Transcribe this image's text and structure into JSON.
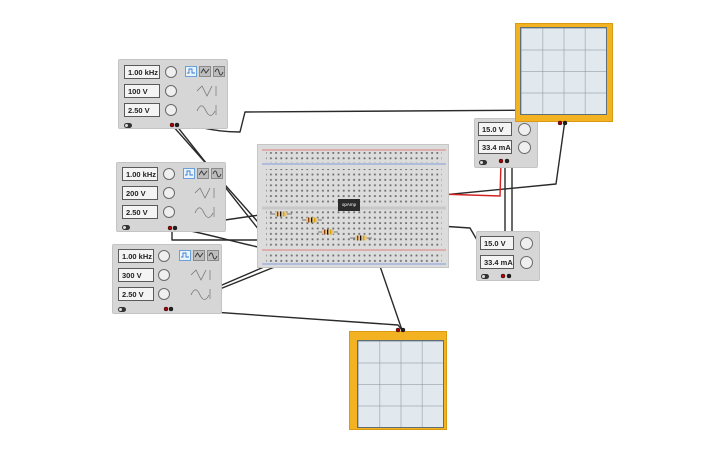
{
  "function_generators": [
    {
      "name": "fg-1",
      "frequency": "1.00 kHz",
      "amplitude": "100 V",
      "dc_offset": "2.50 V",
      "active_wave": "square"
    },
    {
      "name": "fg-2",
      "frequency": "1.00 kHz",
      "amplitude": "200 V",
      "dc_offset": "2.50 V",
      "active_wave": "square"
    },
    {
      "name": "fg-3",
      "frequency": "1.00 kHz",
      "amplitude": "300 V",
      "dc_offset": "2.50 V",
      "active_wave": "square"
    }
  ],
  "power_supplies": [
    {
      "name": "ps-1",
      "voltage": "15.0 V",
      "current": "33.4 mA"
    },
    {
      "name": "ps-2",
      "voltage": "15.0 V",
      "current": "33.4 mA"
    }
  ],
  "chip": {
    "label": "opAmp"
  },
  "colors": {
    "scope": "#f3b221",
    "scope_screen": "#e1e8ee",
    "wire": "#2a2a2a",
    "wire_red": "#d42020",
    "panel": "#d6d6d6"
  },
  "icons": [
    "square-wave-icon",
    "triangle-wave-icon",
    "sine-wave-icon",
    "knob-icon",
    "power-toggle-icon"
  ]
}
